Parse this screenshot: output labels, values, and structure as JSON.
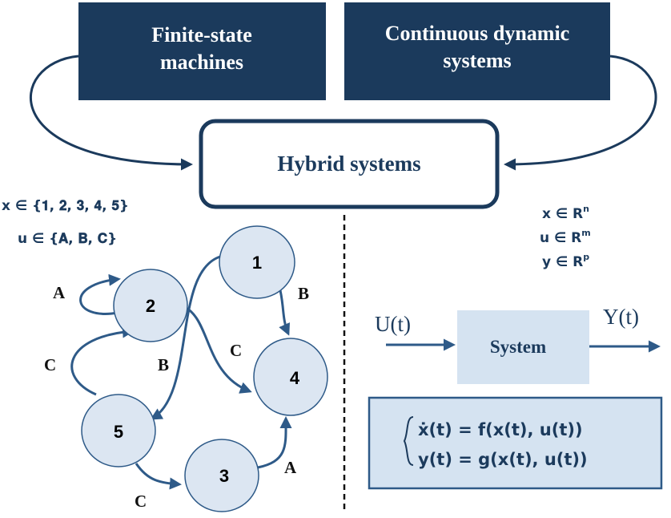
{
  "top_boxes": {
    "fsm": {
      "line1": "Finite-state",
      "line2": "machines"
    },
    "cds": {
      "line1": "Continuous dynamic",
      "line2": "systems"
    }
  },
  "hybrid": {
    "label": "Hybrid systems"
  },
  "discrete_sets": {
    "x_set": "x ∈ {𝟏, 𝟐, 𝟑, 𝟒, 𝟓}",
    "u_set": "u ∈ {𝐀, 𝐁, 𝐂}"
  },
  "continuous_sets": {
    "x": {
      "base": "x ∈ R",
      "sup": "n"
    },
    "u": {
      "base": "u ∈ R",
      "sup": "m"
    },
    "y": {
      "base": "y ∈ R",
      "sup": "p"
    }
  },
  "states": [
    "1",
    "2",
    "3",
    "4",
    "5"
  ],
  "transitions": [
    {
      "from": "2",
      "to": "2",
      "input": "A"
    },
    {
      "from": "1",
      "to": "4",
      "input": "B"
    },
    {
      "from": "2",
      "to": "4",
      "input": "C"
    },
    {
      "from": "1",
      "to": "5",
      "input": "B"
    },
    {
      "from": "5",
      "to": "2",
      "input": "C"
    },
    {
      "from": "5",
      "to": "3",
      "input": "C"
    },
    {
      "from": "3",
      "to": "4",
      "input": "A"
    }
  ],
  "system_block": {
    "input": "U(t)",
    "output": "Y(t)",
    "label": "System"
  },
  "equations": {
    "eq1": "ẋ(t) = f(x(t), u(t))",
    "eq2": "y(t) = g(x(t), u(t))"
  },
  "colors": {
    "dark_navy": "#1b3a5c",
    "node_fill": "#dce6f2",
    "edge_blue": "#2e5a88",
    "light_box": "#d5e3f1"
  }
}
